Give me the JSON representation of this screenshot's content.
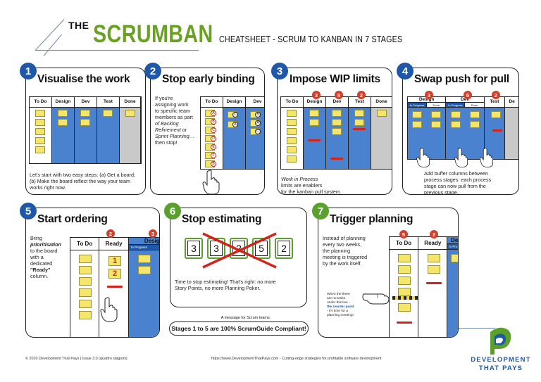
{
  "header": {
    "the": "THE",
    "brand": "SCRUMBAN",
    "subtitle": "CHEATSHEET - SCRUM TO KANBAN IN 7 STAGES"
  },
  "colors": {
    "green": "#6aa123",
    "blue": "#1f58a6",
    "column_blue": "#4a82cf",
    "sticky": "#f4e56b",
    "red": "#d2241c"
  },
  "panels": [
    {
      "number": "1",
      "title": "Visualise the work",
      "columns": [
        "To Do",
        "Design",
        "Dev",
        "Test",
        "Done"
      ],
      "text": "Let's start with two easy steps: (a) Get a board; (b) Make the board reflect the way your team works right now."
    },
    {
      "number": "2",
      "title": "Stop early binding",
      "columns": [
        "To Do",
        "Design",
        "Dev"
      ],
      "text_lines": [
        "If you're",
        "assigning work",
        "to specific team",
        "members as part",
        "of Backlog",
        "Refinement or",
        "Sprint Planning…",
        "then stop!"
      ],
      "avatar_letters": [
        "A",
        "B",
        "C",
        "D",
        "E",
        "F",
        "B",
        "C",
        "A",
        "B",
        "A",
        "C",
        "A"
      ]
    },
    {
      "number": "3",
      "title": "Impose WIP limits",
      "columns": [
        "To Do",
        "Design",
        "Dev",
        "Test",
        "Done"
      ],
      "wip_limits": [
        "3",
        "5",
        "2"
      ],
      "text_lines": [
        "Work in Process",
        "limits are enablers",
        "for the kanban pull system."
      ]
    },
    {
      "number": "4",
      "title": "Swap push for pull",
      "columns": [
        "Design",
        "Dev",
        "Test",
        "De"
      ],
      "sub_columns": [
        "In Progress",
        "Done",
        "In Progress",
        "Done"
      ],
      "wip_limits": [
        "3",
        "5",
        "2"
      ],
      "text_lines": [
        "Add buffer columns between",
        "process stages: each process",
        "stage can now pull from the",
        "previous stage."
      ]
    },
    {
      "number": "5",
      "title": "Start ordering",
      "columns": [
        "To Do",
        "Ready",
        "Desig"
      ],
      "sub_columns": [
        "In Progress"
      ],
      "wip_limits": [
        "2",
        "3"
      ],
      "order_numbers": [
        "1",
        "2"
      ],
      "text_lines": [
        "Bring",
        "prioritisation",
        "to the board",
        "with a",
        "dedicated",
        "\"Ready\"",
        "column."
      ]
    },
    {
      "number": "6",
      "title": "Stop estimating",
      "cards": [
        "3",
        "3",
        "2",
        "5",
        "2"
      ],
      "text_lines": [
        "Time to stop estimating! That's right: no more",
        "Story Points, no more Planning Poker."
      ]
    },
    {
      "number": "7",
      "title": "Trigger planning",
      "columns": [
        "To Do",
        "Ready",
        "De"
      ],
      "sub_columns": [
        "In Pro"
      ],
      "wip_limits": [
        "5",
        "2"
      ],
      "text_lines": [
        "Instead of planning",
        "every two weeks,",
        "the planning",
        "meeting is triggered",
        "by the work itself."
      ],
      "callout_lines": [
        "When the there",
        "are no tasks",
        "under this line -",
        "the reorder point",
        "- it's time for a",
        "planning meeting!"
      ]
    }
  ],
  "message": {
    "small": "A message for Scrum teams:",
    "big": "Stages 1 to 5 are 100% ScrumGuide Compliant!"
  },
  "footer": {
    "left": "© 2020 Development That Pays | Issue 3.0 (quattro stagioni)",
    "center": "https://www.DevelopmentThatPays.com - Cutting-edge strategies for profitable software development"
  },
  "logo": {
    "line1": "DEVELOPMENT",
    "line2": "THAT PAYS"
  }
}
